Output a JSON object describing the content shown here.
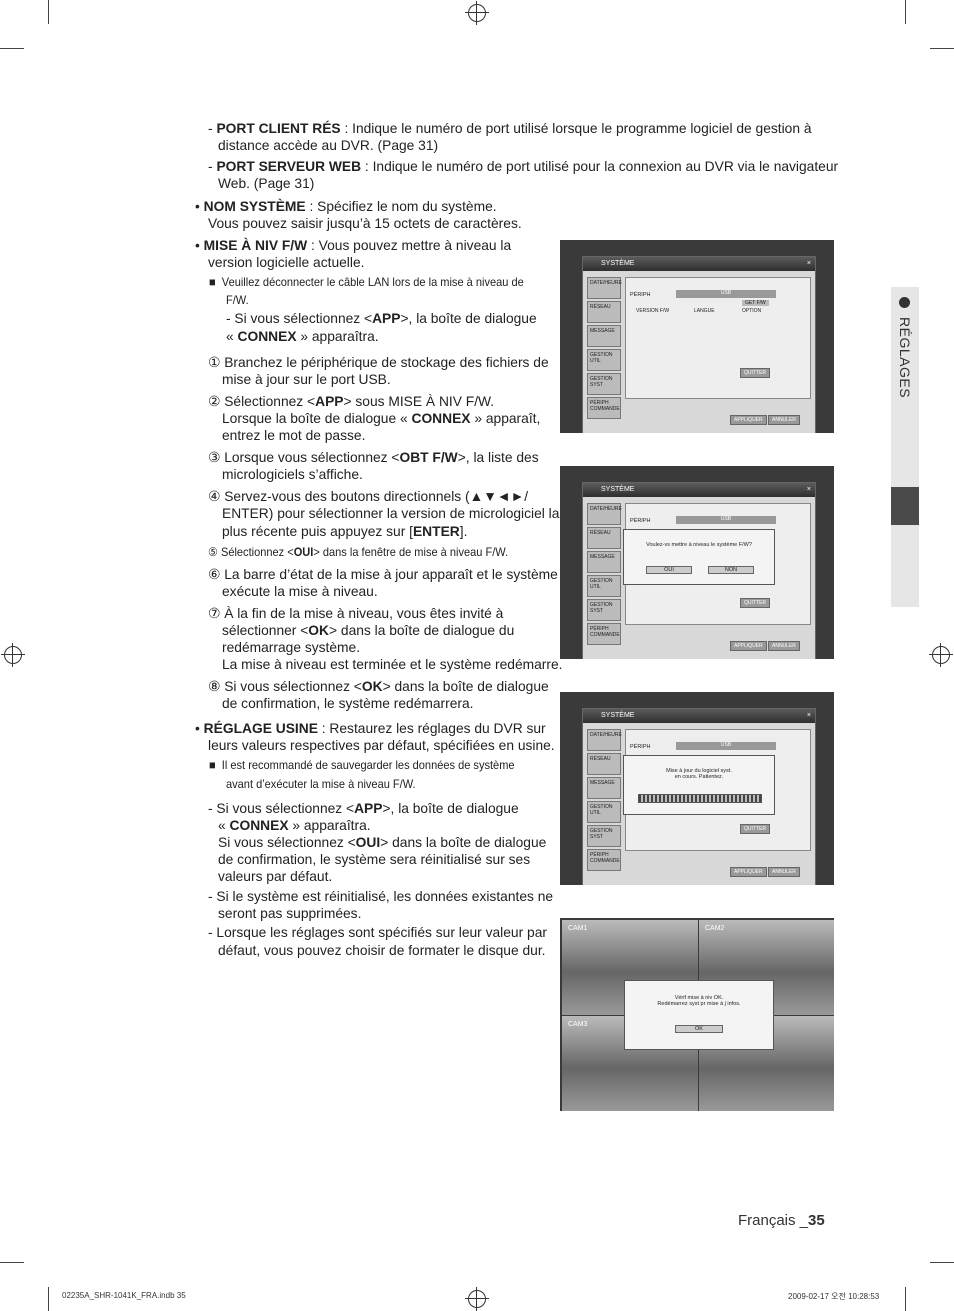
{
  "section_tab": "RÉGLAGES",
  "items": {
    "port_client_label": "PORT CLIENT RÉS",
    "port_client_text": " : Indique le numéro de port utilisé lorsque le programme logiciel de gestion à",
    "port_client_text2": "distance accède au DVR. (Page 31)",
    "port_web_label": "PORT SERVEUR WEB",
    "port_web_text": " : Indique le numéro de port utilisé pour la connexion au DVR via le navigateur",
    "port_web_text2": "Web. (Page 31)",
    "nom_label": "NOM SYSTÈME",
    "nom_text": " : Spécifiez le nom du système.",
    "nom_text2": "Vous pouvez saisir jusqu’à 15 octets de caractères.",
    "mise_label": "MISE À NIV F/W",
    "mise_text": " : Vous pouvez mettre à niveau la",
    "mise_text2": "version logicielle actuelle.",
    "note1a": "Veuillez déconnecter le câble LAN lors de la mise à niveau de",
    "note1b": "F/W.",
    "sub1a": "- Si vous sélectionnez <",
    "sub1b": "APP",
    "sub1c": ">, la boîte de dialogue",
    "sub1d": "« ",
    "sub1e": "CONNEX",
    "sub1f": " » apparaîtra.",
    "s1a": "① Branchez le périphérique de stockage des fichiers de",
    "s1b": "mise à jour sur le port USB.",
    "s2a": "② Sélectionnez <",
    "s2b": "APP",
    "s2c": "> sous MISE À NIV F/W.",
    "s2d": "Lorsque la boîte de dialogue « ",
    "s2e": "CONNEX",
    "s2f": " » apparaît,",
    "s2g": "entrez le mot de passe.",
    "s3a": "③ Lorsque vous sélectionnez <",
    "s3b": "OBT F/W",
    "s3c": ">, la liste des",
    "s3d": "micrologiciels s’affiche.",
    "s4a": "④ Servez-vous des boutons directionnels (▲▼◄►/",
    "s4b": "ENTER) pour sélectionner la version de micrologiciel la",
    "s4c": "plus récente puis appuyez sur [",
    "s4d": "ENTER",
    "s4e": "].",
    "s5a": "⑤ Sélectionnez <",
    "s5b": "OUI",
    "s5c": "> dans la fenêtre de mise à niveau F/W.",
    "s6a": "⑥ La barre d’état de la mise à jour apparaît et le système",
    "s6b": "exécute la mise à niveau.",
    "s7a": "⑦ À la fin de la mise à niveau, vous êtes invité à",
    "s7b": "sélectionner <",
    "s7c": "OK",
    "s7d": "> dans la boîte de dialogue du",
    "s7e": "redémarrage système.",
    "s7f": "La mise à niveau est terminée et le système redémarre.",
    "s8a": "⑧ Si vous sélectionnez <",
    "s8b": "OK",
    "s8c": "> dans la boîte de dialogue",
    "s8d": "de confirmation, le système redémarrera.",
    "reset_label": "RÉGLAGE USINE",
    "reset_text": " : Restaurez les réglages du DVR sur",
    "reset_text2": "leurs valeurs respectives par défaut, spécifiées en usine.",
    "note2a": "Il est recommandé de sauvegarder les données de système",
    "note2b": "avant d’exécuter la mise à niveau F/W.",
    "r1a": "- Si vous sélectionnez <",
    "r1b": "APP",
    "r1c": ">, la boîte de dialogue",
    "r1d": "« ",
    "r1e": "CONNEX",
    "r1f": " » apparaîtra.",
    "r1g": "Si vous sélectionnez <",
    "r1h": "OUI",
    "r1i": "> dans la boîte de dialogue",
    "r1j": "de confirmation, le système sera réinitialisé sur ses",
    "r1k": "valeurs par défaut.",
    "r2a": "- Si le système est réinitialisé, les données existantes ne",
    "r2b": "seront pas supprimées.",
    "r3a": "- Lorsque les réglages sont spécifiés sur leur valeur par",
    "r3b": "défaut, vous pouvez choisir de formater le disque dur."
  },
  "screens": {
    "title": "SYSTÈME",
    "close": "×",
    "side": [
      "DATE/HEURE",
      "RÉSEAU",
      "MESSAGE",
      "GESTION UTIL",
      "GESTION SYST",
      "PÉRIPH COMMANDE"
    ],
    "periph": "PÉRIPH",
    "usb": "USB",
    "get_fw": "GET F/W",
    "col1": "VERSION F/W",
    "col2": "LANGUE",
    "col3": "OPTION",
    "quit": "QUITTER",
    "apply": "APPLIQUER",
    "cancel": "ANNULER",
    "confirm_text": "Voulez-vs mettre à niveau le système F/W?",
    "yes": "OUI",
    "no": "NON",
    "progress_a": "Mise à jour du logiciel syst.",
    "progress_b": "en cours. Patientez.",
    "cam1": "CAM1",
    "cam2": "CAM2",
    "cam3": "CAM3",
    "done_a": "Vérif mise à niv OK.",
    "done_b": "Redémarrez syst pr mise à j infos.",
    "ok": "OK"
  },
  "page_label": "Français _",
  "page_number": "35",
  "footer_left": "02235A_SHR-1041K_FRA.indb   35",
  "footer_right": "2009-02-17   오전 10:28:53"
}
